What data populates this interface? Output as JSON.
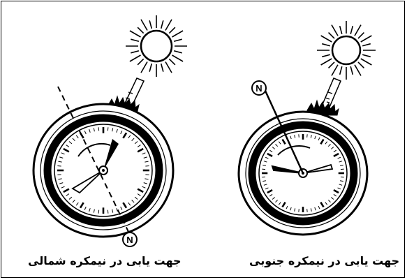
{
  "figure": {
    "panels": [
      {
        "caption": "جهت یابی در نیمکره شمالی",
        "north_label": "N"
      },
      {
        "caption": "جهت یابی در نیمکره جنوبی",
        "north_label": "N"
      }
    ]
  },
  "colors": {
    "ink": "#000000",
    "paper": "#ffffff"
  }
}
